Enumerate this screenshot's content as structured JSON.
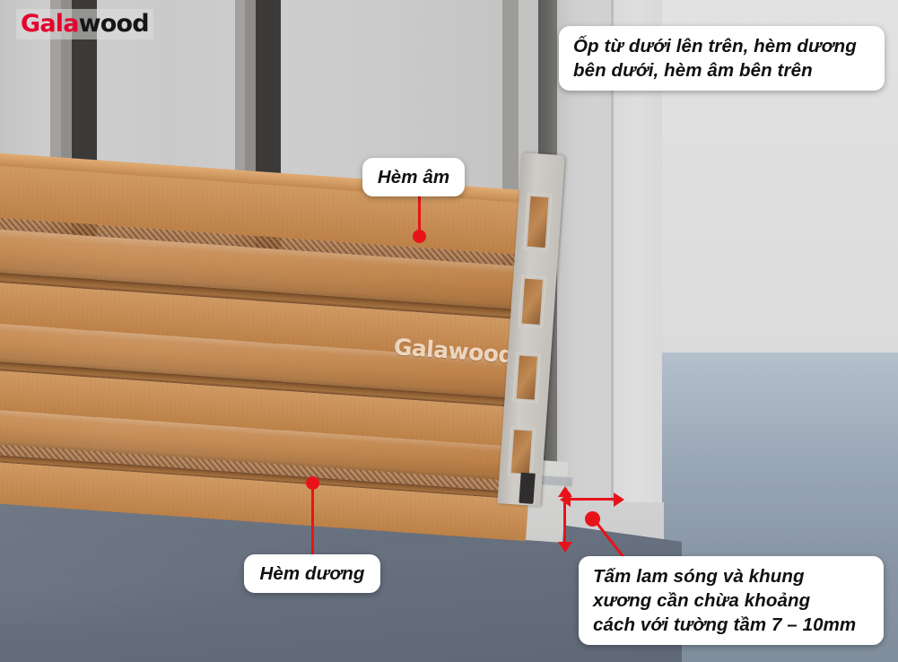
{
  "brand": {
    "name_part1": "Gala",
    "name_part2": "wood",
    "watermark": "Galawood",
    "red": "#e4032e",
    "black": "#161616"
  },
  "accent": {
    "leader_red": "#e8131a",
    "callout_bg": "#ffffff",
    "callout_text": "#101010"
  },
  "scene": {
    "description": "Wood slat wall panel installation cutaway diagram",
    "wall_color": "#cdcdcd",
    "batten_color": "#3b3a38",
    "floor_main_color": "#67707e",
    "floor_right_color": "#9aa7b6",
    "wood_color": "#c98f58",
    "pillar_color": "#d2d2d2"
  },
  "callouts": [
    {
      "id": "top-right",
      "text": "Ốp từ dưới lên trên, hèm dương\nbên dưới, hèm âm bên trên"
    },
    {
      "id": "hem-am",
      "text": "Hèm âm"
    },
    {
      "id": "hem-duong",
      "text": "Hèm dương"
    },
    {
      "id": "bottom-right",
      "text": "Tấm lam sóng và khung\nxương cần chừa khoảng\ncách với tường tầm 7 – 10mm"
    }
  ],
  "dimension_note": {
    "gap_label": "7 – 10mm"
  }
}
